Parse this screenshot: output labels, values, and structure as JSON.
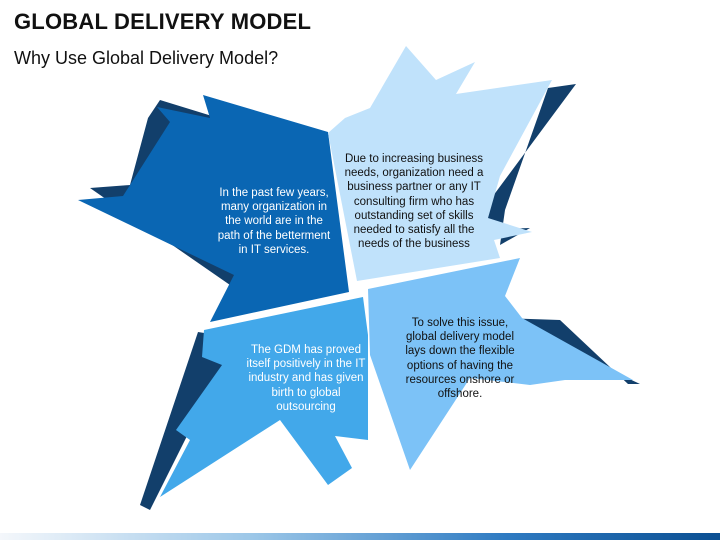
{
  "title": "GLOBAL DELIVERY MODEL",
  "subtitle": "Why Use Global Delivery Model?",
  "colors": {
    "dark_blue": "#0a66b3",
    "light_blue": "#c0e2fb",
    "medium_blue": "#42a8ea",
    "sky_blue": "#7cc2f7",
    "shadow": "#123f6b"
  },
  "blocks": [
    {
      "id": "top-left",
      "text": "In the past few years, many organization in the world are in the path of the betterment in IT services."
    },
    {
      "id": "top-right",
      "text": "Due to increasing business needs, organization need a business partner or any IT consulting firm who has outstanding set of skills needed to satisfy all the needs of the business"
    },
    {
      "id": "bottom-left",
      "text": "The GDM has proved itself positively in the IT industry and has given birth to global outsourcing"
    },
    {
      "id": "bottom-right",
      "text": "To solve this issue, global delivery model lays down the flexible options of having the resources onshore or offshore."
    }
  ]
}
